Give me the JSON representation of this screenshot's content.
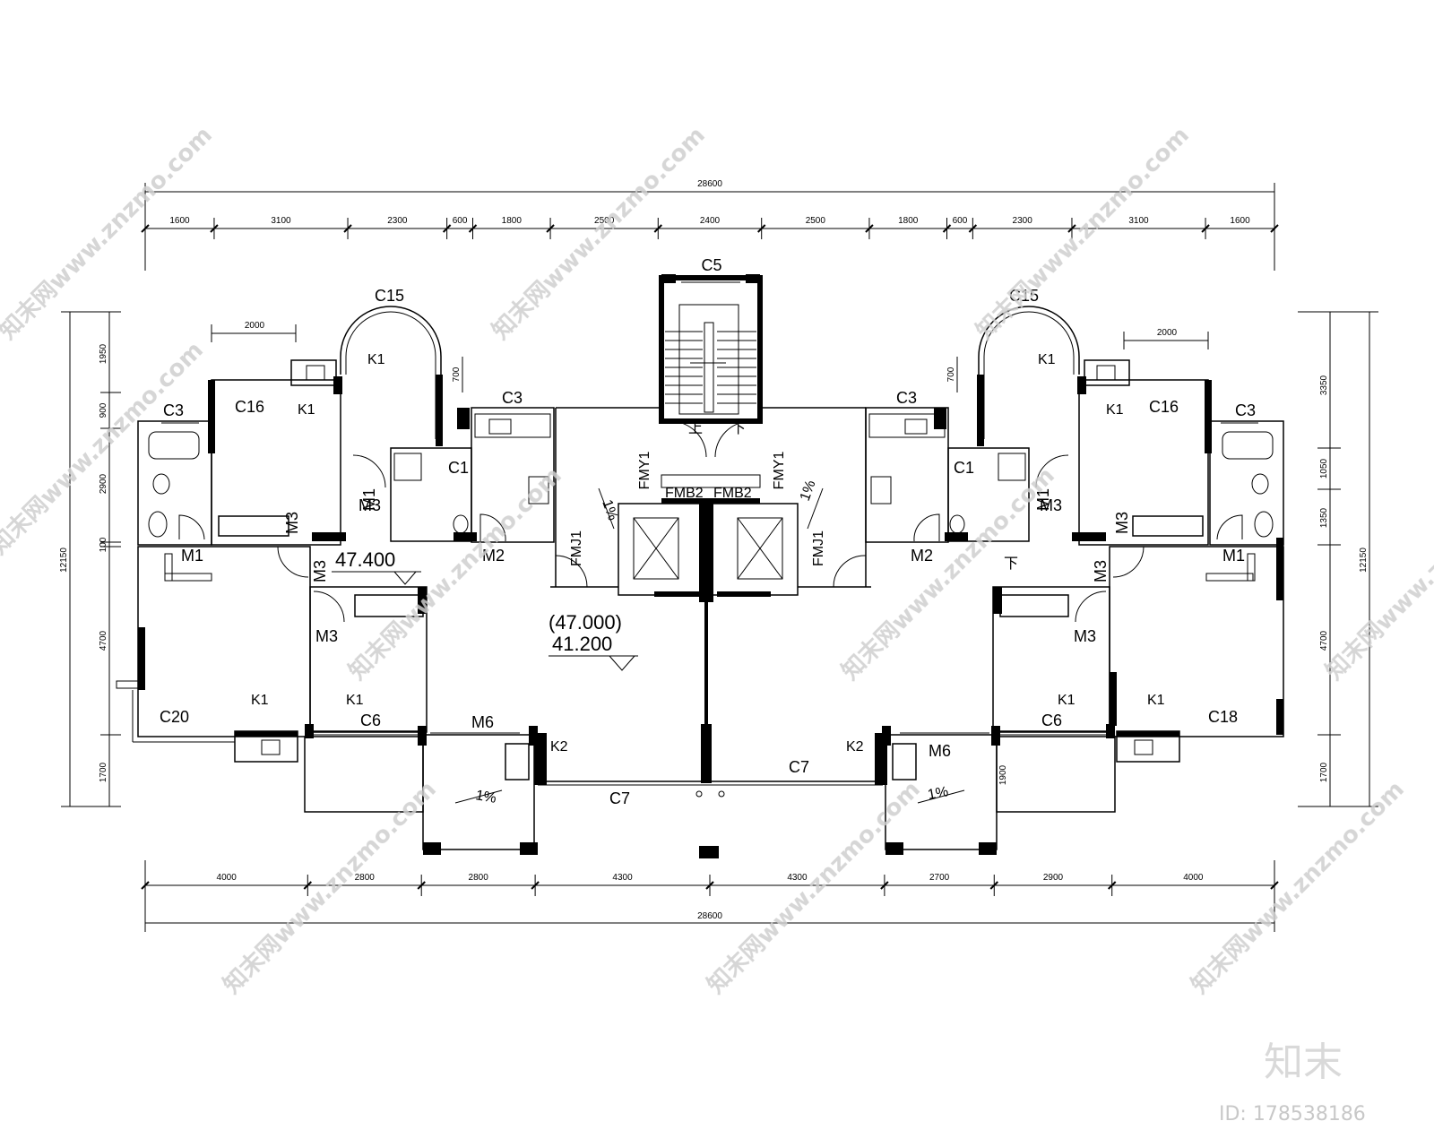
{
  "drawing": {
    "total_width_top": "28600",
    "total_width_bottom": "28600",
    "top_dims": [
      "1600",
      "3100",
      "2300",
      "600",
      "1800",
      "2500",
      "2400",
      "2500",
      "1800",
      "600",
      "2300",
      "3100",
      "1600"
    ],
    "bottom_dims": [
      "4000",
      "2800",
      "2800",
      "4300",
      "4300",
      "2700",
      "2900",
      "4000"
    ],
    "left_dims": [
      "1950",
      "900",
      "2900",
      "100",
      "4700",
      "1700"
    ],
    "left_total": "12150",
    "right_dims": [
      "3350",
      "1050",
      "1350",
      "4700",
      "1700"
    ],
    "right_total": "12150",
    "bay_dim_left": "2000",
    "bay_dim_right": "2000",
    "bay_depth_left": "700",
    "bay_depth_right": "700",
    "balcony_depth_right": "1900",
    "elevation_main": "41.200",
    "elevation_main_paren": "(47.000)",
    "elevation_left": "47.400",
    "slope": "1%",
    "stair_up": "上",
    "stair_down": "下",
    "labels": {
      "c5": "C5",
      "c15": "C15",
      "c16": "C16",
      "c3": "C3",
      "c1": "C1",
      "c20": "C20",
      "c18": "C18",
      "c6": "C6",
      "c7": "C7",
      "k1": "K1",
      "k2": "K2",
      "m1": "M1",
      "m2": "M2",
      "m3": "M3",
      "m6": "M6",
      "fmy1": "FMY1",
      "fmj1": "FMJ1",
      "fmb2": "FMB2"
    }
  },
  "watermark": {
    "text": "知末网www.znzmo.com",
    "brand": "知末",
    "id_label": "ID: 178538186"
  }
}
